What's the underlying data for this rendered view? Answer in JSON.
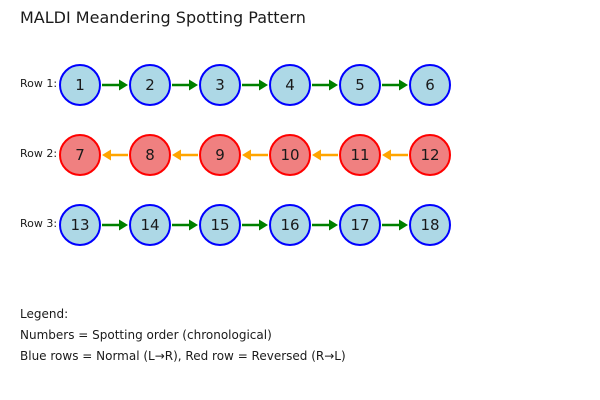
{
  "title": "MALDI Meandering Spotting Pattern",
  "colors": {
    "blue_fill": "#ADD8E6",
    "blue_border": "#0000FF",
    "red_fill": "#F08080",
    "red_border": "#FF0000",
    "arrow_right": "#008000",
    "arrow_left": "#FFA500",
    "text": "#1a1a1a"
  },
  "rows": [
    {
      "label": "Row 1:",
      "style": "blue",
      "direction": "right",
      "spots": [
        "1",
        "2",
        "3",
        "4",
        "5",
        "6"
      ]
    },
    {
      "label": "Row 2:",
      "style": "red",
      "direction": "left",
      "spots": [
        "7",
        "8",
        "9",
        "10",
        "11",
        "12"
      ]
    },
    {
      "label": "Row 3:",
      "style": "blue",
      "direction": "right",
      "spots": [
        "13",
        "14",
        "15",
        "16",
        "17",
        "18"
      ]
    }
  ],
  "legend": {
    "heading": "Legend:",
    "line1": "Numbers = Spotting order (chronological)",
    "line2": "Blue rows = Normal (L→R), Red row = Reversed (R→L)"
  }
}
